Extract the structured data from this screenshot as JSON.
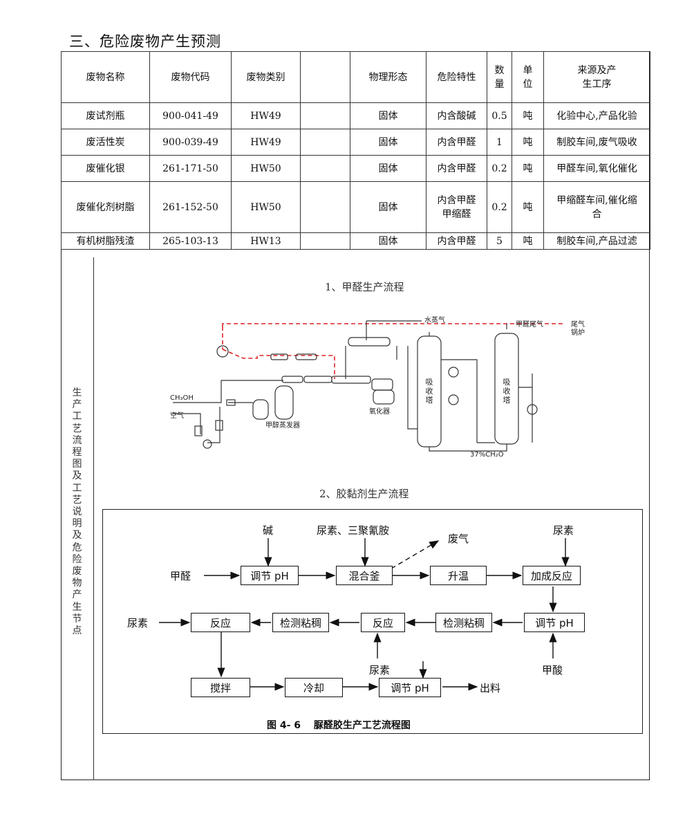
{
  "section_title": "三、危险废物产生预测",
  "table": {
    "headers": [
      "废物名称",
      "废物代码",
      "废物类别",
      "",
      "物理形态",
      "危险特性",
      "数\n量",
      "单\n位",
      "来源及产\n生工序"
    ],
    "rows": [
      [
        "废试剂瓶",
        "900-041-49",
        "HW49",
        "",
        "固体",
        "内含酸碱",
        "0.5",
        "吨",
        "化验中心,产品化验"
      ],
      [
        "废活性炭",
        "900-039-49",
        "HW49",
        "",
        "固体",
        "内含甲醛",
        "1",
        "吨",
        "制胶车间,废气吸收"
      ],
      [
        "废催化银",
        "261-171-50",
        "HW50",
        "",
        "固体",
        "内含甲醛",
        "0.2",
        "吨",
        "甲醛车间,氧化催化"
      ],
      [
        "废催化剂树脂",
        "261-152-50",
        "HW50",
        "",
        "固体",
        "内含甲醛\n甲缩醛",
        "0.2",
        "吨",
        "甲缩醛车间,催化缩\n合"
      ],
      [
        "有机树脂残渣",
        "265-103-13",
        "HW13",
        "",
        "固体",
        "内含甲醛",
        "5",
        "吨",
        "制胶车间,产品过滤"
      ]
    ]
  },
  "side_label": "生产工艺流程图及工艺说明及危险废物产生节点",
  "flow1": {
    "title": "1、甲醛生产流程",
    "labels": {
      "steam": "水蒸气",
      "tail_gas": "甲醛尾气",
      "tail_gas_short": "尾气",
      "boiler": "锅炉",
      "methanol": "CH₃OH",
      "air": "空气",
      "evaporator": "甲醇蒸发器",
      "oxidizer": "氧化器",
      "absorber": "吸收塔",
      "product": "37%CH₂O"
    }
  },
  "flow2": {
    "title": "2、胶黏剂生产流程",
    "nodes": {
      "adjust_ph_1": "调节 pH",
      "mix_kettle": "混合釜",
      "heat_up": "升温",
      "addition_reaction": "加成反应",
      "adjust_ph_2": "调节 pH",
      "check_viscosity_1": "检测粘稠",
      "reaction_1": "反应",
      "check_viscosity_2": "检测粘稠",
      "reaction_2": "反应",
      "stir": "搅拌",
      "cool": "冷却",
      "adjust_ph_3": "调节 pH"
    },
    "labels": {
      "alkali": "碱",
      "urea_melamine": "尿素、三聚氰胺",
      "waste_gas": "废气",
      "urea_top": "尿素",
      "formaldehyde": "甲醛",
      "urea_left": "尿素",
      "urea_bottom": "尿素",
      "formic_acid": "甲酸",
      "output": "出料"
    },
    "caption": "图 4- 6　 脲醛胶生产工艺流程图"
  }
}
